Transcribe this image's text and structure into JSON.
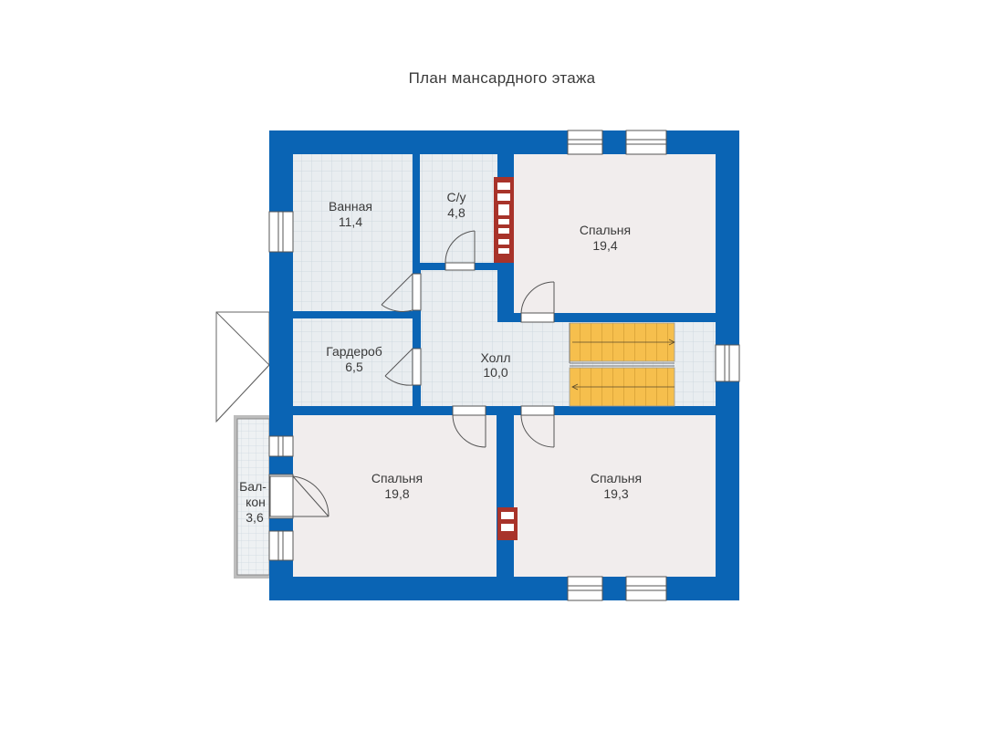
{
  "title": "План мансардного этажа",
  "colors": {
    "wall": "#0a64b4",
    "room_floor": "#f1eded",
    "tile_floor": "#e9edf0",
    "tile_grid": "#c9d4dc",
    "stairs": "#f6bf4d",
    "chimney": "#a8332a",
    "window": "#ffffff"
  },
  "rooms": {
    "bathroom": {
      "name": "Ванная",
      "area": "11,4"
    },
    "wc": {
      "name": "С/у",
      "area": "4,8"
    },
    "bedroom_ne": {
      "name": "Спальня",
      "area": "19,4"
    },
    "wardrobe": {
      "name": "Гардероб",
      "area": "6,5"
    },
    "hall": {
      "name": "Холл",
      "area": "10,0"
    },
    "bedroom_sw": {
      "name": "Спальня",
      "area": "19,8"
    },
    "bedroom_se": {
      "name": "Спальня",
      "area": "19,3"
    },
    "balcony": {
      "name_line1": "Бал-",
      "name_line2": "кон",
      "area": "3,6"
    }
  }
}
